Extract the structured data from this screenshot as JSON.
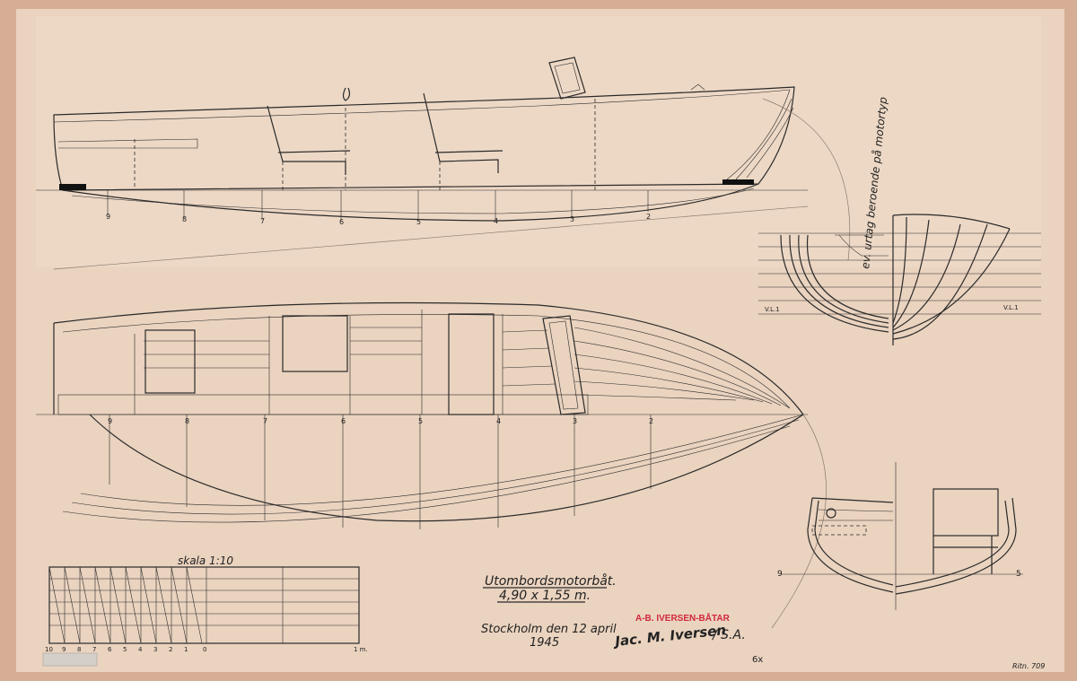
{
  "drawing": {
    "title_line1": "Utombordsmotorbåt.",
    "title_line2": "4,90 x 1,55 m.",
    "place_date": "Stockholm den 12 april",
    "year": "1945",
    "scale_label": "skala 1:10",
    "scale_ticks": [
      "10",
      "9",
      "8",
      "7",
      "6",
      "5",
      "4",
      "3",
      "2",
      "1",
      "0"
    ],
    "scale_unit": "1 m.",
    "stamp": "A-B. IVERSEN-BÅTAR",
    "signature": "Jac. M. Iversen",
    "signature_suffix": "/ S.A.",
    "drawing_number": "Ritn. 709",
    "pencil_note": "6x",
    "margin_note": "ev. urtag beroende på motortyp",
    "station_labels": [
      "9",
      "8",
      "7",
      "6",
      "5",
      "4",
      "3",
      "2"
    ],
    "section_labels": [
      "9",
      "5"
    ],
    "body_plan_labels": [
      "V.L.1",
      "V.L.1"
    ]
  },
  "colors": {
    "paper": "#ead3bf",
    "border": "#d6ae96",
    "ink": "#2a2a2a",
    "stamp": "#d0283c"
  }
}
